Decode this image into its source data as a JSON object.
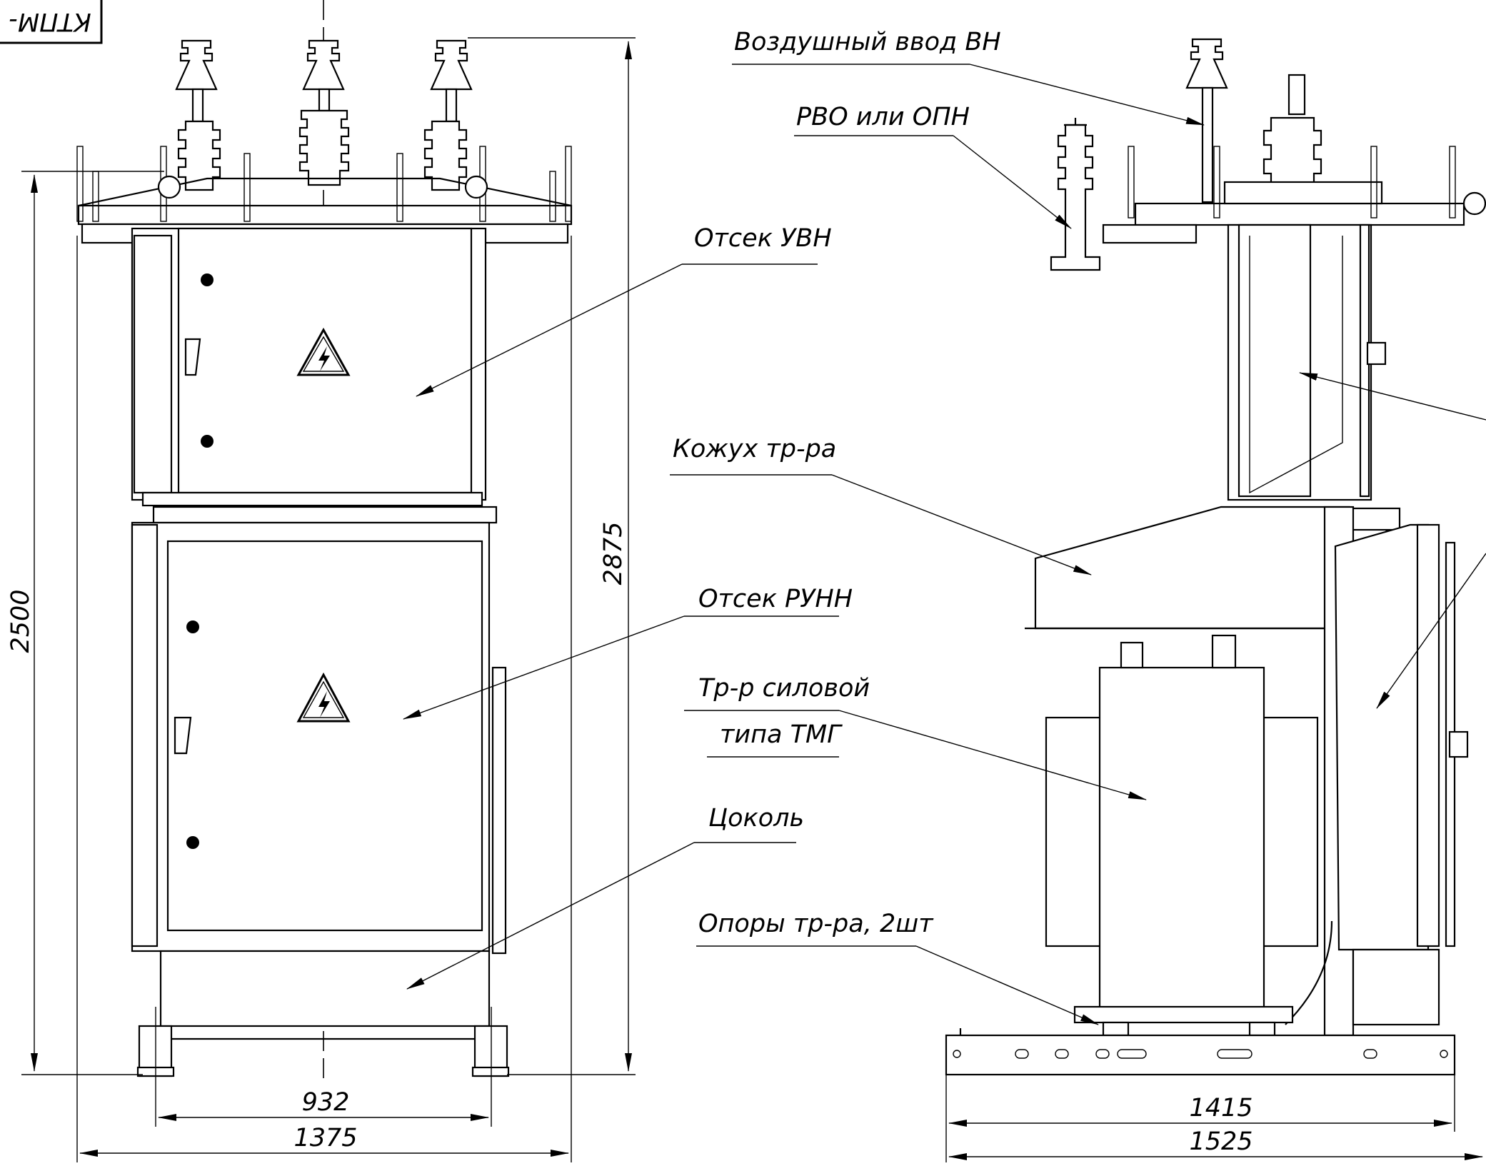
{
  "title_block": {
    "code_fragment": "КТПМ-"
  },
  "labels": {
    "air_input": "Воздушный ввод ВН",
    "rvo_opn": "РВО или ОПН",
    "uvn_compartment": "Отсек УВН",
    "transformer_casing": "Кожух тр-ра",
    "runn_compartment": "Отсек РУНН",
    "transformer_line1": "Тр-р силовой",
    "transformer_line2": "типа ТМГ",
    "plinth": "Цоколь",
    "transformer_supports": "Опоры тр-ра, 2шт"
  },
  "dimensions": {
    "front_height": "2500",
    "front_total_height": "2875",
    "front_inner_width": "932",
    "front_total_width": "1375",
    "side_inner_width": "1415",
    "side_total_width": "1525"
  },
  "colors": {
    "line": "#000000",
    "background": "#ffffff"
  }
}
